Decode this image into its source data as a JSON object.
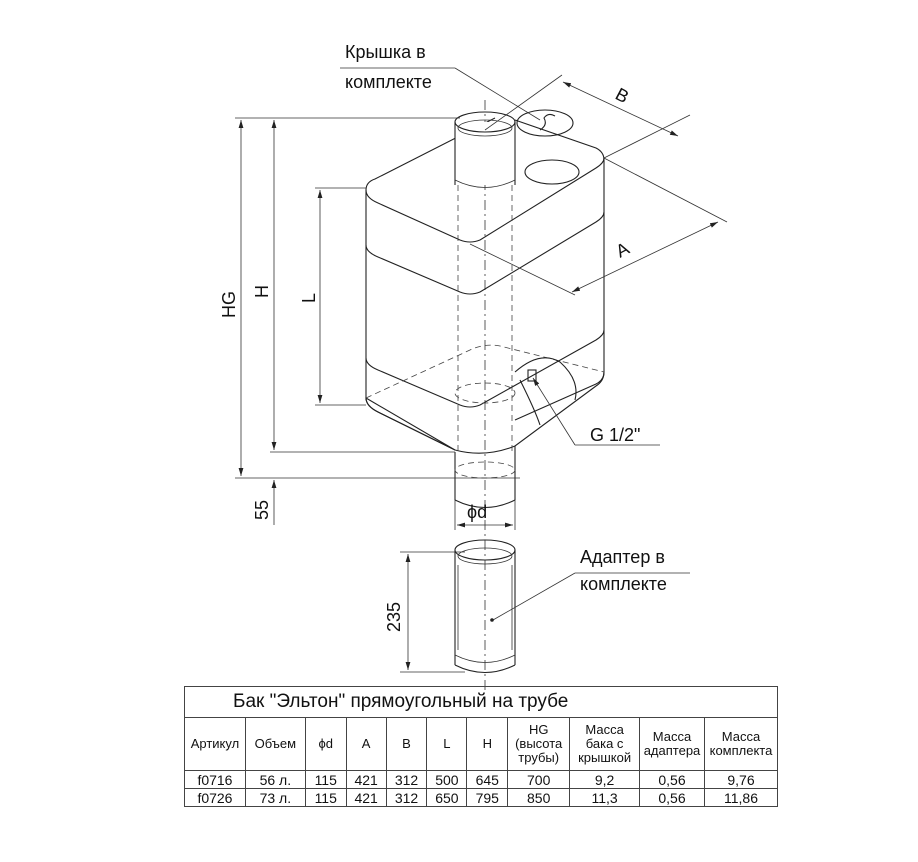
{
  "drawing": {
    "lid_label": [
      "Крышка в",
      "комплекте"
    ],
    "adapter_label": [
      "Адаптер в",
      "комплекте"
    ],
    "fitting_label": "G 1/2\"",
    "dims": {
      "HG": "HG",
      "H": "H",
      "L": "L",
      "A": "A",
      "B": "B",
      "d": "ϕd",
      "bottom": "55",
      "adapter": "235"
    }
  },
  "table": {
    "title": "Бак \"Эльтон\" прямоугольный на трубе",
    "headers": [
      "Артикул",
      "Объем",
      "ϕd",
      "A",
      "B",
      "L",
      "H",
      "HG (высота трубы)",
      "Масса бака с крышкой",
      "Масса адаптера",
      "Масса комплекта"
    ],
    "rows": [
      [
        "f0716",
        "56 л.",
        "115",
        "421",
        "312",
        "500",
        "645",
        "700",
        "9,2",
        "0,56",
        "9,76"
      ],
      [
        "f0726",
        "73 л.",
        "115",
        "421",
        "312",
        "650",
        "795",
        "850",
        "11,3",
        "0,56",
        "11,86"
      ]
    ]
  }
}
